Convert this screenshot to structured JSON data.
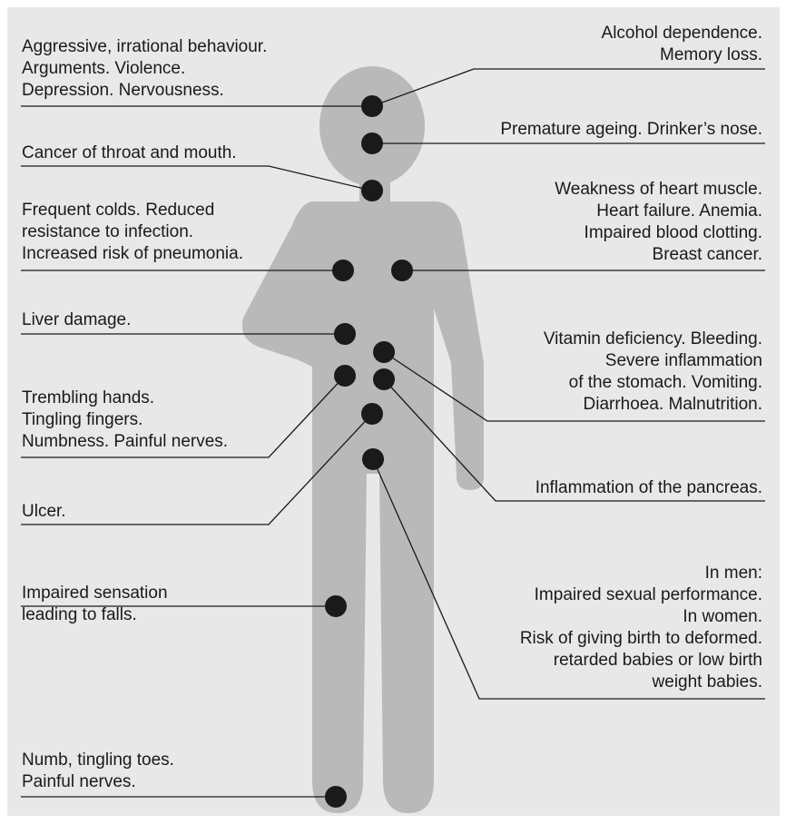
{
  "colors": {
    "panel_background": "#e8e8e8",
    "silhouette": "#b9b9b9",
    "marker": "#1a1a1a",
    "leader_line": "#1a1a1a"
  },
  "labels": {
    "behaviour": [
      "Aggressive, irrational behaviour.",
      "Arguments. Violence.",
      "Depression. Nervousness."
    ],
    "throat_mouth": [
      "Cancer of throat and mouth."
    ],
    "infection": [
      "Frequent colds. Reduced",
      "resistance to infection.",
      "Increased risk of pneumonia."
    ],
    "liver": [
      "Liver damage."
    ],
    "hands": [
      "Trembling hands.",
      "Tingling fingers.",
      "Numbness. Painful nerves."
    ],
    "ulcer": [
      "Ulcer."
    ],
    "sensation": [
      "Impaired sensation",
      "leading to falls."
    ],
    "toes": [
      "Numb, tingling toes.",
      "Painful nerves."
    ],
    "alcohol": [
      "Alcohol dependence.",
      "Memory loss."
    ],
    "ageing": [
      "Premature ageing. Drinker’s nose."
    ],
    "heart": [
      "Weakness of heart muscle.",
      "Heart failure. Anemia.",
      "Impaired blood clotting.",
      "Breast cancer."
    ],
    "stomach": [
      "Vitamin deficiency. Bleeding.",
      "Severe inflammation",
      "of the stomach. Vomiting.",
      "Diarrhoea. Malnutrition."
    ],
    "pancreas": [
      "Inflammation of the pancreas."
    ],
    "sexual": [
      "In men:",
      "Impaired sexual performance.",
      "In women.",
      "Risk of giving birth to deformed.",
      "retarded babies or low birth",
      "weight babies."
    ]
  }
}
